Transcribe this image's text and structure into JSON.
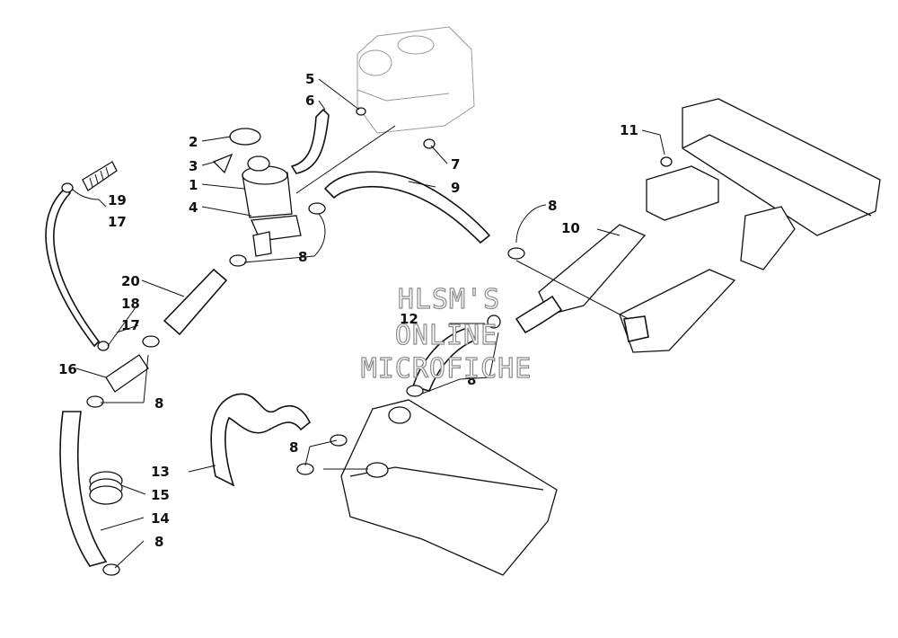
{
  "watermark": {
    "line1": "HLSM'S",
    "line2": "ONLINE",
    "line3": "MICROFICHE"
  },
  "callouts": {
    "c1": "1",
    "c2": "2",
    "c3": "3",
    "c4": "4",
    "c5": "5",
    "c6": "6",
    "c7": "7",
    "c8_a": "8",
    "c8_b": "8",
    "c8_c": "8",
    "c8_d": "8",
    "c8_e": "8",
    "c8_f": "8",
    "c9": "9",
    "c10": "10",
    "c11": "11",
    "c12": "12",
    "c13": "13",
    "c14": "14",
    "c15": "15",
    "c16": "16",
    "c17_a": "17",
    "c17_b": "17",
    "c18": "18",
    "c19": "19",
    "c20": "20"
  },
  "colors": {
    "line": "#111111",
    "paper": "#ffffff",
    "watermark_outline": "#8a8a8a"
  }
}
